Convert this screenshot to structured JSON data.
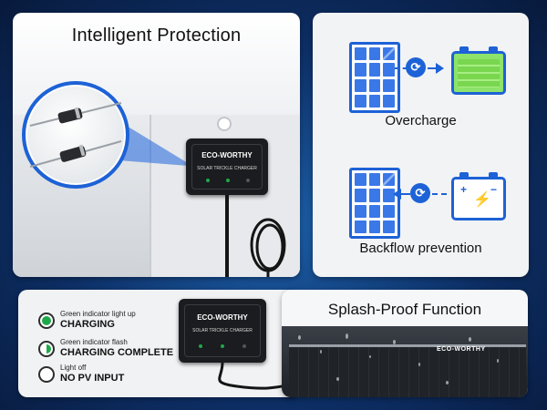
{
  "panels": {
    "protection": {
      "title": "Intelligent Protection"
    },
    "diagrams": {
      "overcharge_caption": "Overcharge",
      "backflow_caption": "Backflow prevention"
    },
    "indicators": {
      "items": [
        {
          "small": "Green indicator light up",
          "big": "CHARGING",
          "state": "solid-green"
        },
        {
          "small": "Green indicator flash",
          "big": "CHARGING COMPLETE",
          "state": "half-green"
        },
        {
          "small": "Light off",
          "big": "NO PV INPUT",
          "state": "off"
        }
      ]
    },
    "splash": {
      "title": "Splash-Proof Function"
    }
  },
  "device": {
    "brand": "ECO-WORTHY",
    "subtitle": "SOLAR TRICKLE CHARGER"
  },
  "colors": {
    "accent": "#1d62d6",
    "led_green": "#1fa84a",
    "battery_green": "#8ee36a"
  },
  "icons": {
    "connector": "plug-connector-icon",
    "panel": "solar-panel-icon",
    "battery_full": "battery-full-icon",
    "battery_charge": "battery-charge-icon"
  }
}
